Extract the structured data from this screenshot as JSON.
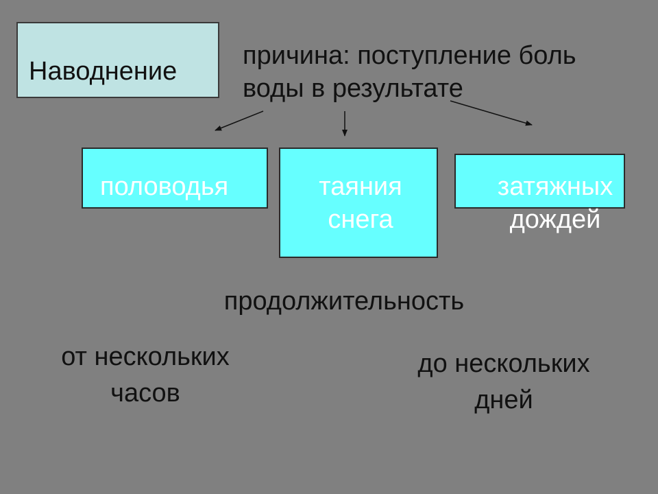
{
  "title": "Наводнение",
  "cause": {
    "line1": "причина: поступление боль",
    "line2": "воды в результате"
  },
  "causes": [
    {
      "lines": [
        "половодья"
      ]
    },
    {
      "lines": [
        "таяния",
        "снега"
      ]
    },
    {
      "lines": [
        "затяжных",
        "дождей"
      ]
    }
  ],
  "duration": {
    "heading": "продолжительность",
    "from": [
      "от нескольких",
      "часов"
    ],
    "to": [
      "до нескольких",
      "дней"
    ]
  },
  "colors": {
    "background": "#808080",
    "title_box": "#BFE3E3",
    "cause_box": "#66FFFF",
    "cause_text": "#FFFFFF"
  }
}
